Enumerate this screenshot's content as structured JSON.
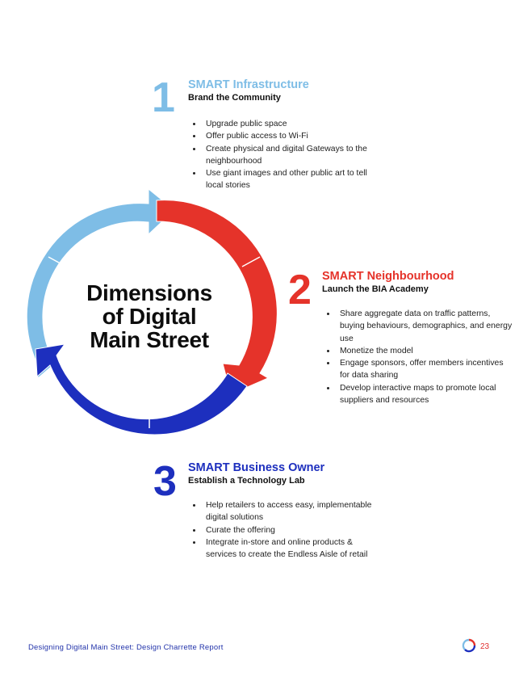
{
  "colors": {
    "light_blue": "#7ebde6",
    "red": "#e5332a",
    "dark_blue": "#1d2fbe",
    "footer_blue": "#2233aa"
  },
  "diagram": {
    "center_lines": [
      "Dimensions",
      "of Digital",
      "Main Street"
    ],
    "segments": [
      "light-blue arrow",
      "red arrow",
      "dark-blue arrow"
    ]
  },
  "sections": [
    {
      "number": "1",
      "title": "SMART Infrastructure",
      "subtitle": "Brand the Community",
      "bullets": [
        "Upgrade public space",
        "Offer public access to Wi-Fi",
        "Create physical and digital Gateways to the neighbourhood",
        "Use giant images and other public art to tell local stories"
      ]
    },
    {
      "number": "2",
      "title": "SMART Neighbourhood",
      "subtitle": "Launch the BIA Academy",
      "bullets": [
        "Share aggregate data on traffic patterns, buying behaviours, demographics, and energy use",
        "Monetize the model",
        "Engage sponsors, offer members incentives for data sharing",
        "Develop interactive maps to promote local suppliers and resources"
      ]
    },
    {
      "number": "3",
      "title": "SMART Business Owner",
      "subtitle": "Establish a Technology Lab",
      "bullets": [
        "Help retailers to access easy, implementable digital solutions",
        "Curate the offering",
        "Integrate in-store and online products & services to create the Endless Aisle of retail"
      ]
    }
  ],
  "footer": {
    "report_title": "Designing Digital Main Street: Design Charrette Report",
    "page_number": "23",
    "logo_icon": "ring-logo-icon"
  }
}
